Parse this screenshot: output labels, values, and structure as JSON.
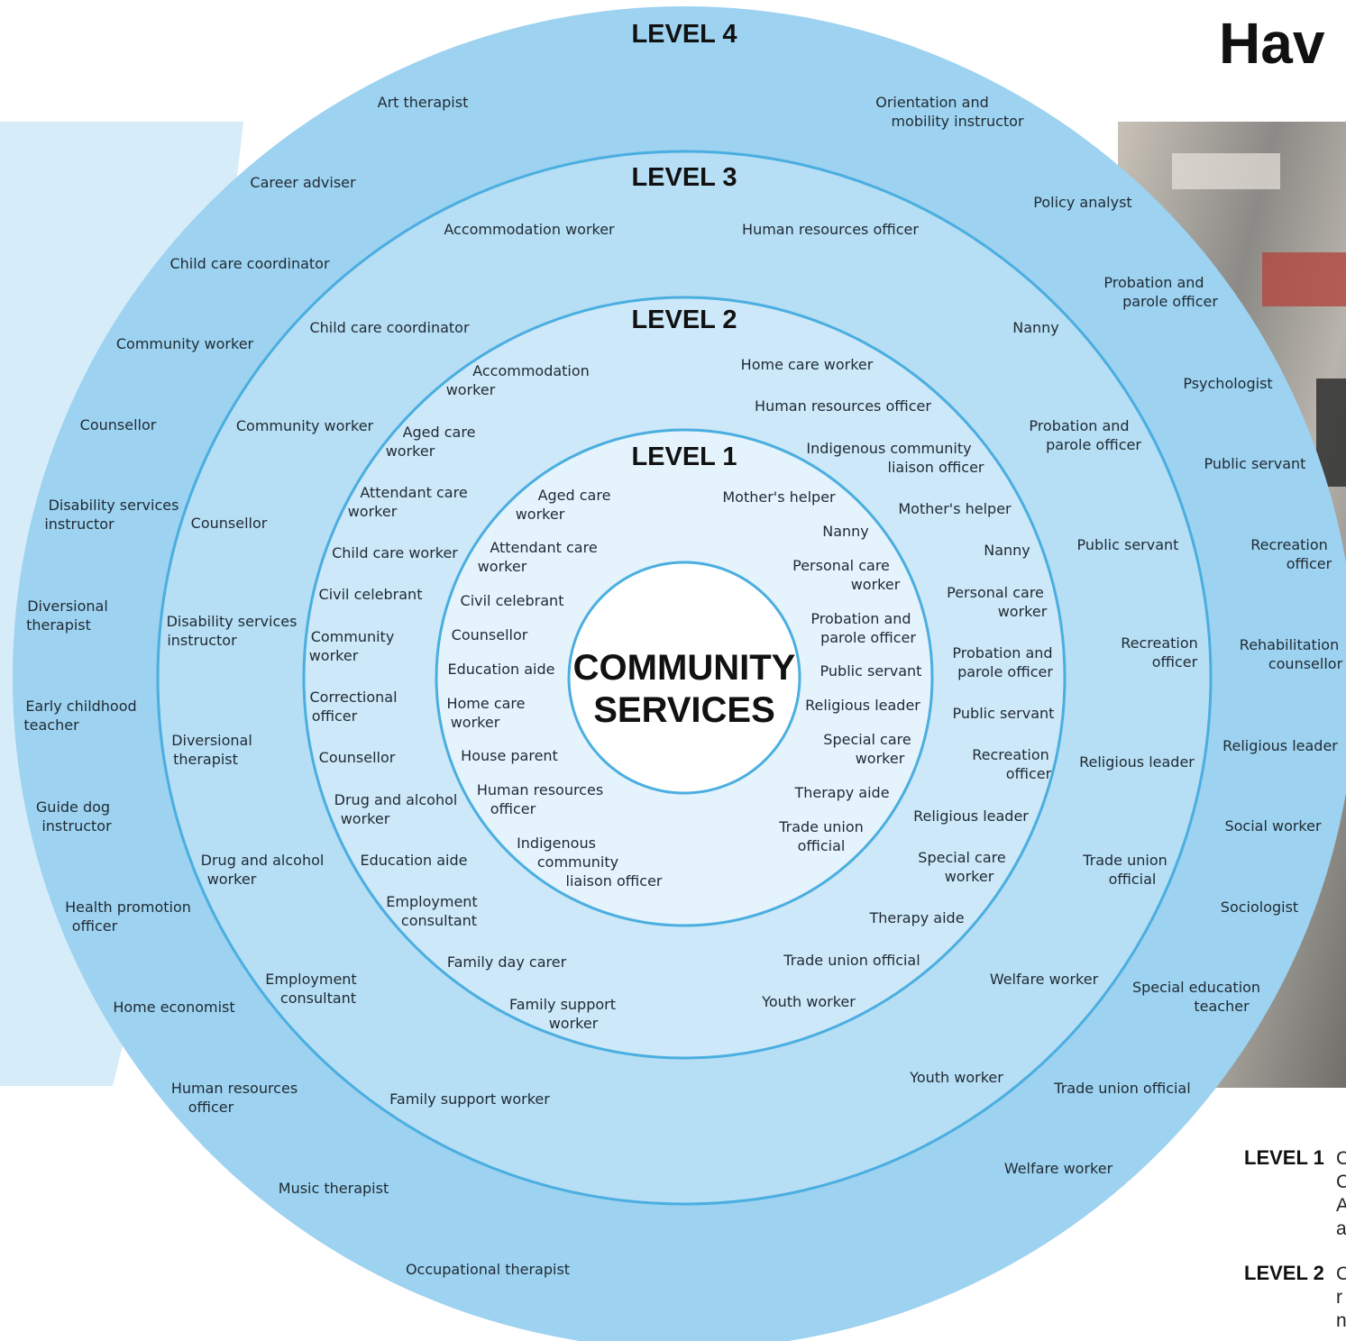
{
  "heading": "Hav",
  "center": {
    "line1": "COMMUNITY",
    "line2": "SERVICES"
  },
  "levels": {
    "l1": "LEVEL 1",
    "l2": "LEVEL 2",
    "l3": "LEVEL 3",
    "l4": "LEVEL 4"
  },
  "legend": [
    {
      "level": "LEVEL 1",
      "lines": [
        "C",
        "C",
        "A",
        "a"
      ]
    },
    {
      "level": "LEVEL 2",
      "lines": [
        "C",
        "r",
        "n"
      ]
    }
  ],
  "colors": {
    "ring4": "#9dd2f0",
    "ring3": "#b6def4",
    "ring2": "#cde8f8",
    "ring1": "#e4f3fc",
    "core": "#ffffff",
    "stroke": "#4aaee0",
    "bgPanel": "#d6ecf9"
  },
  "occupations": {
    "level1": [
      [
        "Aged care",
        "worker"
      ],
      [
        "Attendant care",
        "worker"
      ],
      [
        "Civil celebrant"
      ],
      [
        "Counsellor"
      ],
      [
        "Education aide"
      ],
      [
        "Home care",
        "worker"
      ],
      [
        "House parent"
      ],
      [
        "Human resources",
        "officer"
      ],
      [
        "Indigenous",
        "community",
        "liaison officer"
      ],
      [
        "Mother's helper"
      ],
      [
        "Nanny"
      ],
      [
        "Personal care",
        "worker"
      ],
      [
        "Probation and",
        "parole officer"
      ],
      [
        "Public servant"
      ],
      [
        "Religious leader"
      ],
      [
        "Special care",
        "worker"
      ],
      [
        "Therapy aide"
      ],
      [
        "Trade union",
        "official"
      ]
    ],
    "level2": [
      [
        "Accommodation",
        "worker"
      ],
      [
        "Aged care",
        "worker"
      ],
      [
        "Attendant care",
        "worker"
      ],
      [
        "Child care worker"
      ],
      [
        "Civil celebrant"
      ],
      [
        "Community",
        "worker"
      ],
      [
        "Correctional",
        "officer"
      ],
      [
        "Counsellor"
      ],
      [
        "Drug and alcohol",
        "worker"
      ],
      [
        "Education aide"
      ],
      [
        "Employment",
        "consultant"
      ],
      [
        "Family day carer"
      ],
      [
        "Family support",
        "worker"
      ],
      [
        "Home care worker"
      ],
      [
        "Human resources officer"
      ],
      [
        "Indigenous community",
        "liaison officer"
      ],
      [
        "Mother's helper"
      ],
      [
        "Nanny"
      ],
      [
        "Personal care",
        "worker"
      ],
      [
        "Probation and",
        "parole officer"
      ],
      [
        "Public servant"
      ],
      [
        "Recreation",
        "officer"
      ],
      [
        "Religious leader"
      ],
      [
        "Special care",
        "worker"
      ],
      [
        "Therapy aide"
      ],
      [
        "Trade union official"
      ],
      [
        "Youth worker"
      ]
    ],
    "level3": [
      [
        "Accommodation worker"
      ],
      [
        "Child care coordinator"
      ],
      [
        "Community worker"
      ],
      [
        "Counsellor"
      ],
      [
        "Disability services",
        "instructor"
      ],
      [
        "Diversional",
        "therapist"
      ],
      [
        "Drug and alcohol",
        "worker"
      ],
      [
        "Employment",
        "consultant"
      ],
      [
        "Family support worker"
      ],
      [
        "Human resources officer"
      ],
      [
        "Nanny"
      ],
      [
        "Probation and",
        "parole officer"
      ],
      [
        "Public servant"
      ],
      [
        "Recreation",
        "officer"
      ],
      [
        "Religious leader"
      ],
      [
        "Trade union",
        "official"
      ],
      [
        "Welfare worker"
      ],
      [
        "Youth worker"
      ]
    ],
    "level4": [
      [
        "Art therapist"
      ],
      [
        "Career adviser"
      ],
      [
        "Child care coordinator"
      ],
      [
        "Community worker"
      ],
      [
        "Counsellor"
      ],
      [
        "Disability services",
        "instructor"
      ],
      [
        "Diversional",
        "therapist"
      ],
      [
        "Early childhood",
        "teacher"
      ],
      [
        "Guide dog",
        "instructor"
      ],
      [
        "Health promotion",
        "officer"
      ],
      [
        "Home economist"
      ],
      [
        "Human resources",
        "officer"
      ],
      [
        "Music therapist"
      ],
      [
        "Occupational therapist"
      ],
      [
        "Orientation and",
        "mobility instructor"
      ],
      [
        "Policy analyst"
      ],
      [
        "Probation and",
        "parole officer"
      ],
      [
        "Psychologist"
      ],
      [
        "Public servant"
      ],
      [
        "Recreation",
        "officer"
      ],
      [
        "Rehabilitation",
        "counsellor"
      ],
      [
        "Religious leader"
      ],
      [
        "Social worker"
      ],
      [
        "Sociologist"
      ],
      [
        "Special education",
        "teacher"
      ],
      [
        "Trade union official"
      ],
      [
        "Welfare worker"
      ]
    ]
  }
}
